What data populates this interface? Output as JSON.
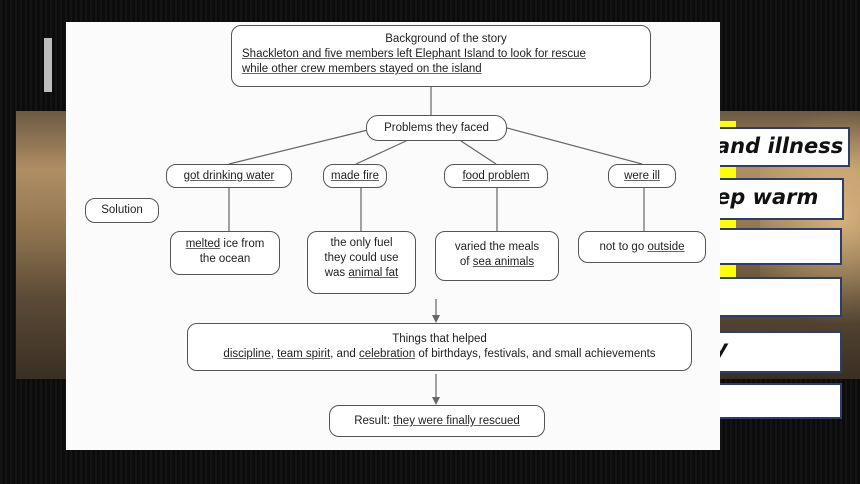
{
  "slide": {
    "answers": [
      "and illness",
      "ep warm",
      "",
      "",
      "y",
      ""
    ]
  },
  "diagram": {
    "background": {
      "title": "Background of the story",
      "line1": "Shackleton and five members left Elephant Island to look for rescue",
      "line2": "while other crew members stayed on the island"
    },
    "problems_title": "Problems they faced",
    "problems": [
      "got drinking water",
      "made fire",
      "food problem",
      "were ill"
    ],
    "solution_label": "Solution",
    "solutions": [
      {
        "a": "melted",
        "b": " ice from",
        "c": "the ocean"
      },
      {
        "a": "the only fuel",
        "b": "they could use",
        "c": "was ",
        "d": "animal fat"
      },
      {
        "a": "varied the meals",
        "b": "of ",
        "c": "sea animals"
      },
      {
        "a": "not to go ",
        "b": "outside"
      }
    ],
    "helped": {
      "title": "Things that helped",
      "w1": "discipline",
      "s1": ", ",
      "w2": "team spirit",
      "s2": ", and ",
      "w3": "celebration",
      "rest": " of birthdays, festivals, and small achievements"
    },
    "result": {
      "prefix": "Result: ",
      "text": "they were finally rescued"
    }
  }
}
